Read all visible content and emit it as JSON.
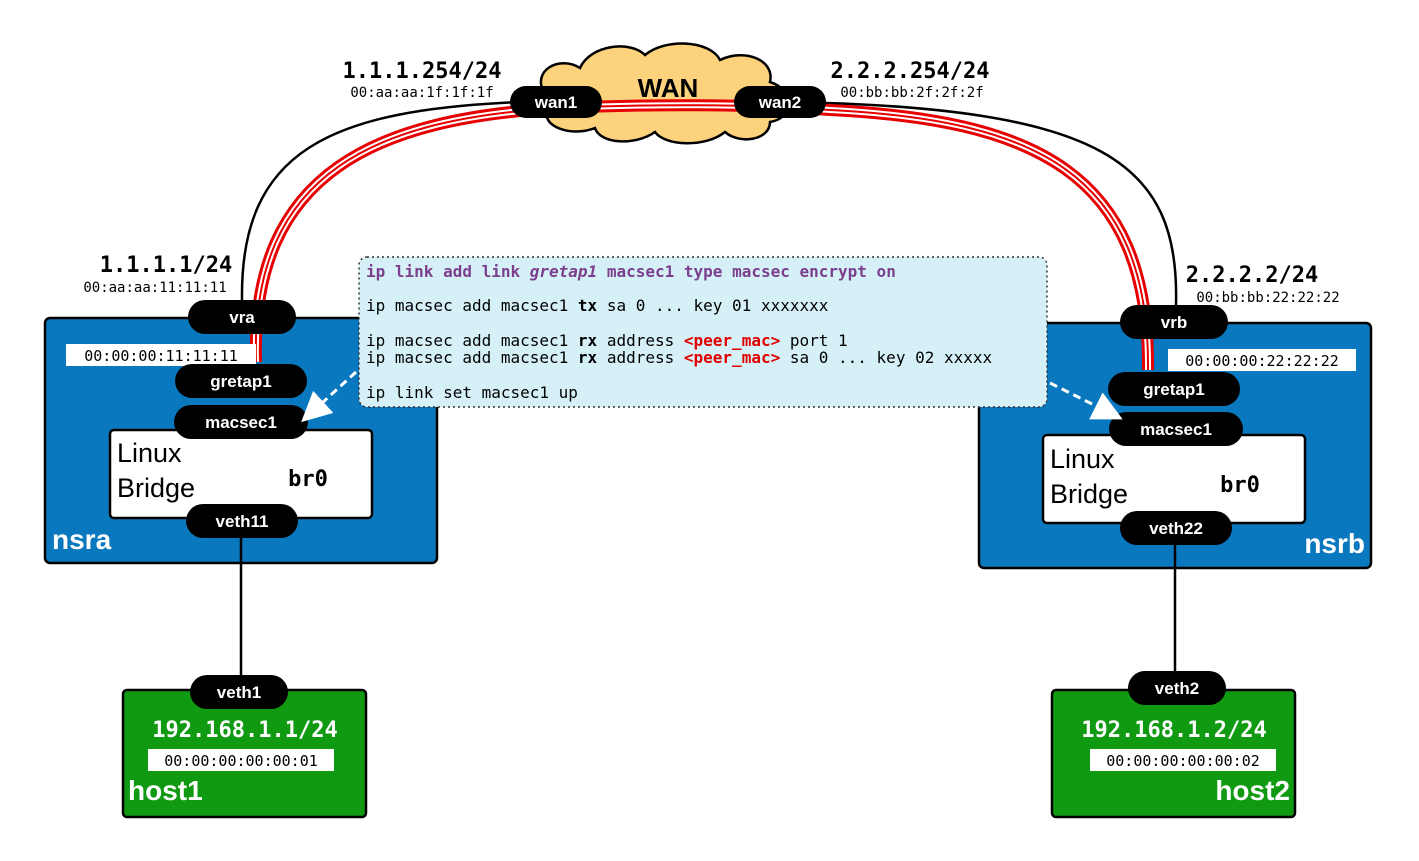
{
  "wan": {
    "label": "WAN",
    "wan1": {
      "label": "wan1",
      "ip": "1.1.1.254/24",
      "mac": "00:aa:aa:1f:1f:1f"
    },
    "wan2": {
      "label": "wan2",
      "ip": "2.2.2.254/24",
      "mac": "00:bb:bb:2f:2f:2f"
    }
  },
  "nsra": {
    "label": "nsra",
    "vra": {
      "label": "vra",
      "ip": "1.1.1.1/24",
      "mac": "00:aa:aa:11:11:11"
    },
    "gretap": {
      "label": "gretap1",
      "mac": "00:00:00:11:11:11"
    },
    "macsec": {
      "label": "macsec1"
    },
    "bridge": {
      "line1": "Linux",
      "line2": "Bridge",
      "name": "br0"
    },
    "veth": {
      "label": "veth11"
    }
  },
  "nsrb": {
    "label": "nsrb",
    "vrb": {
      "label": "vrb",
      "ip": "2.2.2.2/24",
      "mac": "00:bb:bb:22:22:22"
    },
    "gretap": {
      "label": "gretap1",
      "mac": "00:00:00:22:22:22"
    },
    "macsec": {
      "label": "macsec1"
    },
    "bridge": {
      "line1": "Linux",
      "line2": "Bridge",
      "name": "br0"
    },
    "veth": {
      "label": "veth22"
    }
  },
  "host1": {
    "label": "host1",
    "veth": "veth1",
    "ip": "192.168.1.1/24",
    "mac": "00:00:00:00:00:01"
  },
  "host2": {
    "label": "host2",
    "veth": "veth2",
    "ip": "192.168.1.2/24",
    "mac": "00:00:00:00:00:02"
  },
  "commands": {
    "line1": {
      "a": "ip link add link ",
      "b": "gretap1",
      "c": " macsec1 type macsec encrypt on"
    },
    "line2": {
      "a": "ip macsec add macsec1 ",
      "b": "tx",
      "c": " sa 0 ... key 01 xxxxxxx"
    },
    "line3": {
      "a": "ip macsec add macsec1 ",
      "b": "rx",
      "c": " address ",
      "d": "<peer_mac>",
      "e": " port 1"
    },
    "line4": {
      "a": "ip macsec add macsec1 ",
      "b": "rx",
      "c": " address ",
      "d": "<peer_mac>",
      "e": " sa 0 ... key 02 xxxxx"
    },
    "line5": {
      "a": "ip link set macsec1 up"
    }
  },
  "colors": {
    "namespace": "#0a78bf",
    "host": "#0f9a12",
    "cloud": "#fcd27c",
    "tunnel": "#e60000",
    "callout": "#d6f0f7"
  }
}
